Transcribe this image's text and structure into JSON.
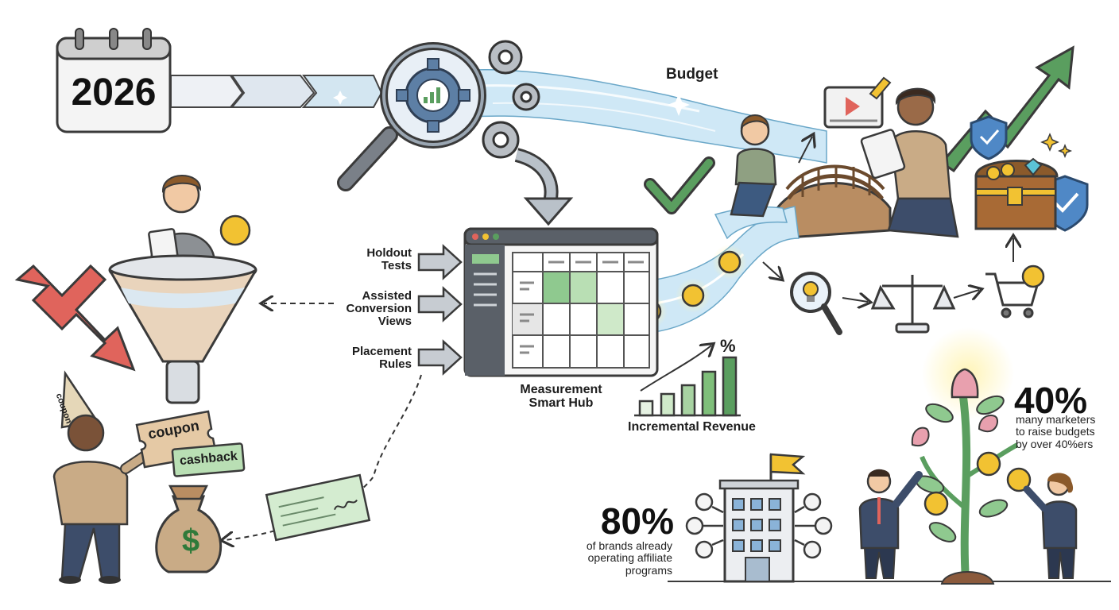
{
  "timeline": {
    "year": "2026",
    "flow_label": "Budget"
  },
  "hub": {
    "title_line1": "Measurement",
    "title_line2": "Smart Hub",
    "inputs": [
      {
        "line1": "Holdout",
        "line2": "Tests",
        "line3": ""
      },
      {
        "line1": "Assisted",
        "line2": "Conversion",
        "line3": "Views"
      },
      {
        "line1": "Placement",
        "line2": "Rules",
        "line3": ""
      }
    ]
  },
  "revenue": {
    "label": "Incremental Revenue",
    "symbol": "%"
  },
  "legacy": {
    "tag_coupon": "coupon",
    "tag_cashback": "cashback",
    "hat_text": "coupon",
    "bag_symbol": "$"
  },
  "stats": [
    {
      "value": "80%",
      "caption_line1": "of brands already",
      "caption_line2": "operating affiliate",
      "caption_line3": "programs"
    },
    {
      "value": "40%",
      "caption_line1": "many marketers",
      "caption_line2": "to raise budgets",
      "caption_line3": "by over 40%ers"
    }
  ],
  "colors": {
    "green": "#5a9e5f",
    "red": "#e0645c",
    "stream": "#bfe0f0",
    "coin": "#f2c232",
    "outline": "#3a3a3a"
  }
}
